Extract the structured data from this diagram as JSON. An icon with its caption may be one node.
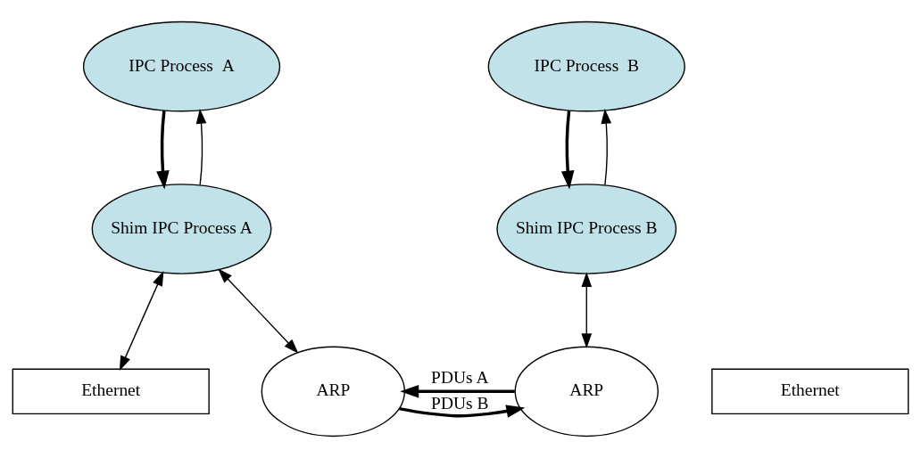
{
  "diagram": {
    "nodes": [
      {
        "text": [
          "IPC Process  A"
        ]
      },
      {
        "text": [
          "IPC Process  B"
        ]
      },
      {
        "text": [
          "Shim IPC Process A"
        ]
      },
      {
        "text": [
          "Shim IPC Process B"
        ]
      },
      {
        "text": [
          "ARP"
        ]
      },
      {
        "text": [
          "ARP"
        ]
      },
      {
        "text": [
          "Ethernet"
        ]
      },
      {
        "text": [
          "Ethernet"
        ]
      }
    ],
    "edges": [
      {
        "from": 0,
        "to": 2,
        "arrow": "to",
        "style": "thick"
      },
      {
        "from": 2,
        "to": 0,
        "arrow": "to"
      },
      {
        "from": 1,
        "to": 3,
        "arrow": "to",
        "style": "thick"
      },
      {
        "from": 3,
        "to": 1,
        "arrow": "to"
      },
      {
        "from": 2,
        "to": 6,
        "arrow": "both"
      },
      {
        "from": 2,
        "to": 4,
        "arrow": "both"
      },
      {
        "from": 5,
        "to": 3,
        "arrow": "both"
      },
      {
        "from": 5,
        "to": 4,
        "label": "PDUs A",
        "arrow": "to",
        "style": "thick"
      },
      {
        "from": 4,
        "to": 5,
        "label": "PDUs B",
        "arrow": "to",
        "style": "thick"
      }
    ]
  }
}
